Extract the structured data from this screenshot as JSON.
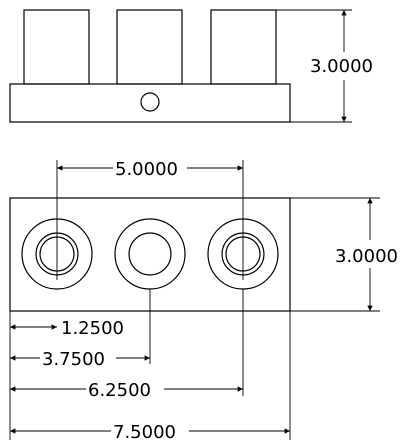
{
  "drawing": {
    "type": "orthographic-views",
    "views": [
      "front",
      "top"
    ],
    "dimensions": {
      "front_height": "3.0000",
      "top_spacing": "5.0000",
      "top_height": "3.0000",
      "hole1_offset": "1.2500",
      "hole2_offset": "3.7500",
      "hole3_offset": "6.2500",
      "overall_length": "7.5000"
    },
    "colors": {
      "line": "#000000",
      "background": "#ffffff"
    }
  }
}
